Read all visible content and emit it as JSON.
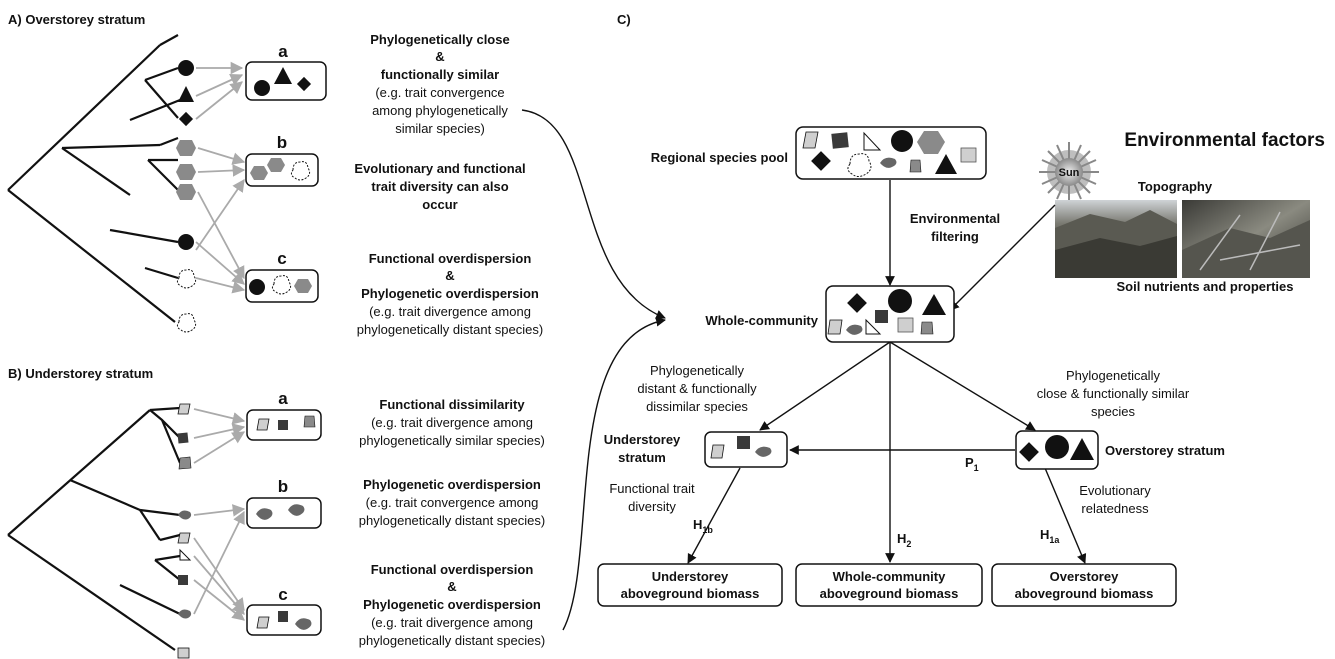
{
  "panelA": {
    "title": "A) Overstorey stratum",
    "box_a_letter": "a",
    "box_b_letter": "b",
    "box_c_letter": "c",
    "text_a": [
      "Phylogenetically close",
      "&",
      "functionally similar"
    ],
    "text_a_note": [
      "(e.g. trait convergence",
      "among phylogenetically",
      "similar species)"
    ],
    "text_b": [
      "Evolutionary and functional",
      "trait diversity can also",
      "occur"
    ],
    "text_c": [
      "Functional overdispersion",
      "&",
      "Phylogenetic overdispersion"
    ],
    "text_c_note": [
      "(e.g. trait divergence among",
      "phylogenetically distant species)"
    ]
  },
  "panelB": {
    "title": "B) Understorey stratum",
    "box_a_letter": "a",
    "box_b_letter": "b",
    "box_c_letter": "c",
    "text_a": [
      "Functional dissimilarity"
    ],
    "text_a_note": [
      "(e.g. trait divergence among",
      "phylogenetically similar species)"
    ],
    "text_b": [
      "Phylogenetic overdispersion"
    ],
    "text_b_note": [
      "(e.g. trait convergence among",
      "phylogenetically distant species)"
    ],
    "text_c": [
      "Functional overdispersion",
      "&",
      "Phylogenetic overdispersion"
    ],
    "text_c_note": [
      "(e.g. trait divergence among",
      "phylogenetically distant species)"
    ]
  },
  "panelC": {
    "title": "C)",
    "regional_pool_label": "Regional species pool",
    "env_filtering": [
      "Environmental",
      "filtering"
    ],
    "env_factors_title": "Environmental factors",
    "sun_label": "Sun",
    "topography_label": "Topography",
    "soil_label": "Soil nutrients and properties",
    "whole_community_label": "Whole-community",
    "left_branch": [
      "Phylogenetically",
      "distant & functionally",
      "dissimilar species"
    ],
    "right_branch": [
      "Phylogenetically",
      "close & functionally similar",
      "species"
    ],
    "understorey_label": [
      "Understorey",
      "stratum"
    ],
    "overstorey_label": "Overstorey stratum",
    "p1": {
      "main": "P",
      "sub": "1"
    },
    "functional_trait": [
      "Functional trait",
      "diversity"
    ],
    "evolutionary": [
      "Evolutionary",
      "relatedness"
    ],
    "h1b": {
      "main": "H",
      "sub": "1b"
    },
    "h2": {
      "main": "H",
      "sub": "2"
    },
    "h1a": {
      "main": "H",
      "sub": "1a"
    },
    "biomass_under": [
      "Understorey",
      "aboveground biomass"
    ],
    "biomass_whole": [
      "Whole-community",
      "aboveground biomass"
    ],
    "biomass_over": [
      "Overstorey",
      "aboveground biomass"
    ]
  },
  "colors": {
    "black": "#111111",
    "dark_gray": "#3a3a3a",
    "mid_gray": "#8a8a8a",
    "light_gray": "#cfcfcf",
    "arrow_gray": "#aaaaaa"
  }
}
